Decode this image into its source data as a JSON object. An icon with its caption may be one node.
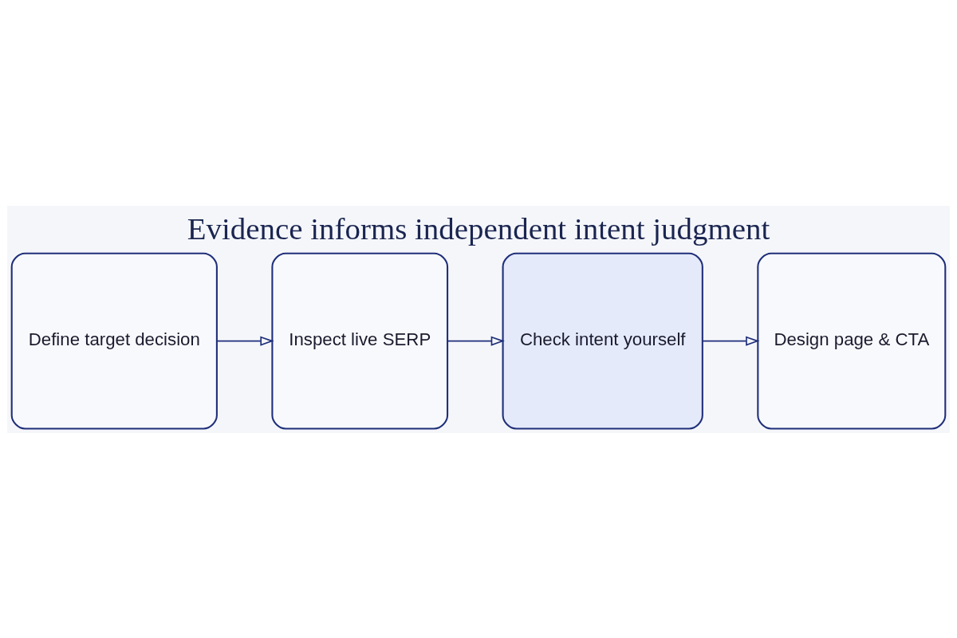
{
  "diagram": {
    "title": "Evidence informs independent intent judgment",
    "nodes": [
      {
        "text": [
          "Define target decision"
        ]
      },
      {
        "text": [
          "Inspect live SERP"
        ]
      },
      {
        "text": [
          "Check intent yourself"
        ]
      },
      {
        "text": [
          "Design page & CTA"
        ]
      }
    ],
    "edges": [
      {
        "from": 0,
        "to": 1,
        "arrow": "to"
      },
      {
        "from": 1,
        "to": 2,
        "arrow": "to"
      },
      {
        "from": 2,
        "to": 3,
        "arrow": "to"
      }
    ]
  }
}
